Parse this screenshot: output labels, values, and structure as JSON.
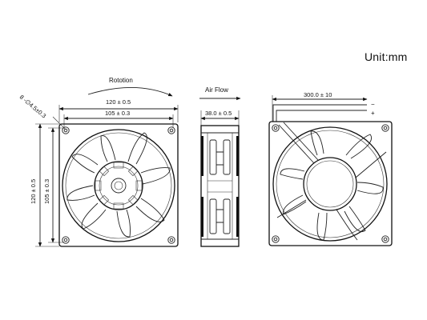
{
  "unit_label": "Unit:mm",
  "front_view": {
    "rotation_label": "Rototion",
    "overall_width": "120 ± 0.5",
    "hole_spacing_width": "105 ± 0.3",
    "overall_height": "120 ± 0.5",
    "hole_spacing_height": "105 ± 0.3",
    "mounting_hole": "8 -∅4.5±0.3"
  },
  "side_view": {
    "airflow_label": "Air Flow",
    "thickness": "38.0 ± 0.5"
  },
  "back_view": {
    "lead_length": "300.0 ± 10",
    "negative_lead": "−",
    "positive_lead": "+"
  }
}
